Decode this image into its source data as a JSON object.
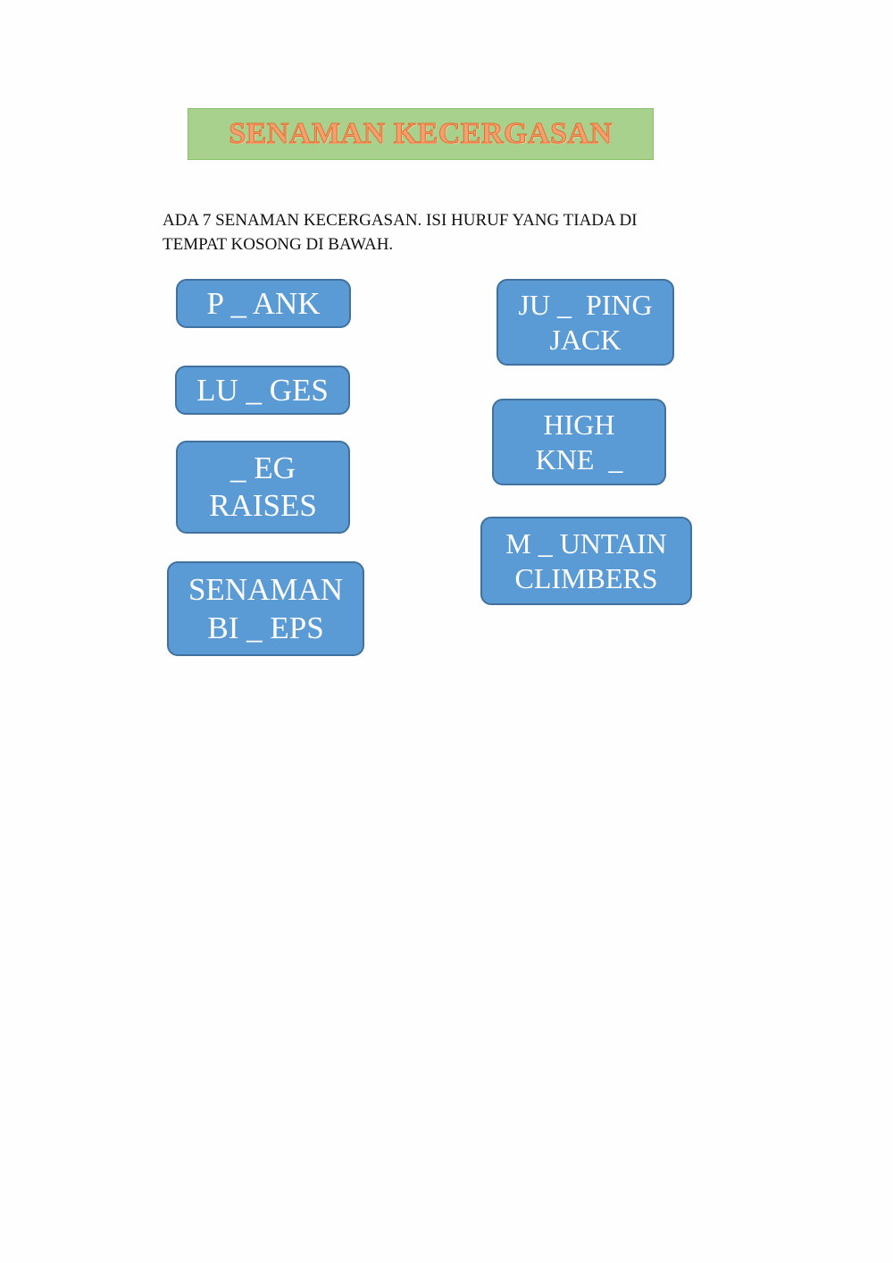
{
  "title": "SENAMAN KECERGASAN",
  "instructions": {
    "line1": "ADA 7 SENAMAN KECERGASAN. ISI HURUF YANG TIADA DI",
    "line2": "TEMPAT KOSONG DI BAWAH."
  },
  "colors": {
    "banner_fill": "#a9d18e",
    "title_text": "#f4a070",
    "box_fill": "#5b9bd5",
    "box_border": "#41719c"
  },
  "exercises": [
    {
      "lines": [
        "P _ ANK"
      ]
    },
    {
      "lines": [
        "LU _ GES"
      ]
    },
    {
      "lines": [
        "_ EG",
        "RAISES"
      ]
    },
    {
      "lines": [
        "SENAMAN",
        "BI _ EPS"
      ]
    },
    {
      "lines": [
        "JU _  PING",
        "JACK"
      ]
    },
    {
      "lines": [
        "HIGH",
        "KNE  _"
      ]
    },
    {
      "lines": [
        "M _ UNTAIN",
        "CLIMBERS"
      ]
    }
  ]
}
